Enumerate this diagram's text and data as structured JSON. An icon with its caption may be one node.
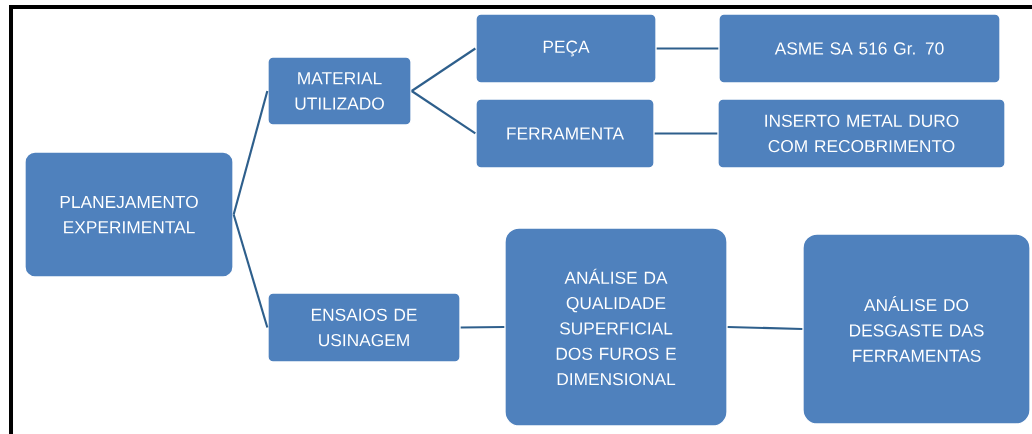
{
  "diagram": {
    "nodes": [
      {
        "text": [
          "PLANEJAMENTO EXPERIMENTAL"
        ]
      },
      {
        "text": [
          "MATERIAL UTILIZADO"
        ]
      },
      {
        "text": [
          "ENSAIOS DE USINAGEM"
        ]
      },
      {
        "text": [
          "PEÇA"
        ]
      },
      {
        "text": [
          "FERRAMENTA"
        ]
      },
      {
        "text": [
          "ASME SA 516 Gr. 70"
        ]
      },
      {
        "text": [
          "INSERTO METAL DURO COM RECOBRIMENTO"
        ]
      },
      {
        "text": [
          "ANÁLISE DA QUALIDADE SUPERFICIAL DOS FUROS E DIMENSIONAL"
        ]
      },
      {
        "text": [
          "ANÁLISE DO DESGASTE DAS FERRAMENTAS"
        ]
      }
    ],
    "edges": [
      {
        "from": 0,
        "to": 1,
        "arrow": "none"
      },
      {
        "from": 0,
        "to": 2,
        "arrow": "none"
      },
      {
        "from": 1,
        "to": 3,
        "arrow": "none"
      },
      {
        "from": 1,
        "to": 4,
        "arrow": "none"
      },
      {
        "from": 3,
        "to": 5,
        "arrow": "none"
      },
      {
        "from": 4,
        "to": 6,
        "arrow": "none"
      },
      {
        "from": 2,
        "to": 7,
        "arrow": "none"
      },
      {
        "from": 7,
        "to": 8,
        "arrow": "none"
      }
    ]
  }
}
